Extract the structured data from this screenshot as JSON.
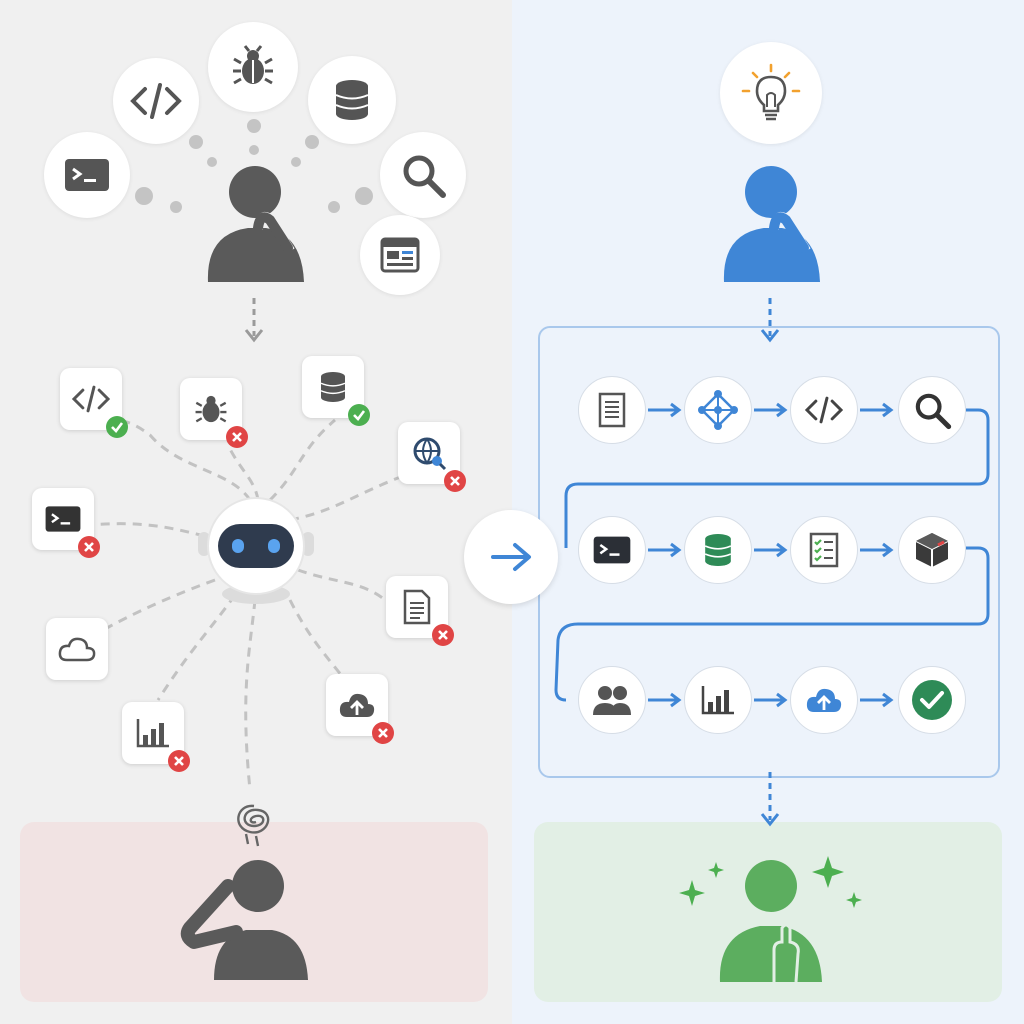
{
  "colors": {
    "accent_blue": "#3f86d6",
    "neutral_gray": "#555555",
    "success_green": "#4caf50",
    "error_red": "#e04545",
    "fail_panel": "#f1e3e3",
    "success_panel": "#e2efe5"
  },
  "left": {
    "tool_bubbles": [
      "terminal-icon",
      "code-icon",
      "bug-icon",
      "database-icon",
      "search-icon",
      "browser-window-icon"
    ],
    "scattered_tools": [
      {
        "icon": "code-icon",
        "status": "ok"
      },
      {
        "icon": "bug-icon",
        "status": "error"
      },
      {
        "icon": "database-icon",
        "status": "ok"
      },
      {
        "icon": "globe-search-icon",
        "status": "error"
      },
      {
        "icon": "terminal-icon",
        "status": "error"
      },
      {
        "icon": "document-icon",
        "status": "error"
      },
      {
        "icon": "cloud-icon",
        "status": "none"
      },
      {
        "icon": "bar-chart-icon",
        "status": "error"
      },
      {
        "icon": "cloud-upload-icon",
        "status": "error"
      }
    ],
    "agent": "robot-icon",
    "outcome": "confused-person-icon"
  },
  "right": {
    "idea": "lightbulb-icon",
    "pipeline_rows": [
      [
        "document-icon",
        "workflow-icon",
        "code-icon",
        "search-icon"
      ],
      [
        "terminal-icon",
        "database-icon",
        "checklist-icon",
        "package-icon"
      ],
      [
        "users-icon",
        "bar-chart-icon",
        "cloud-upload-icon",
        "check-circle-icon"
      ]
    ],
    "outcome": "happy-person-icon"
  }
}
